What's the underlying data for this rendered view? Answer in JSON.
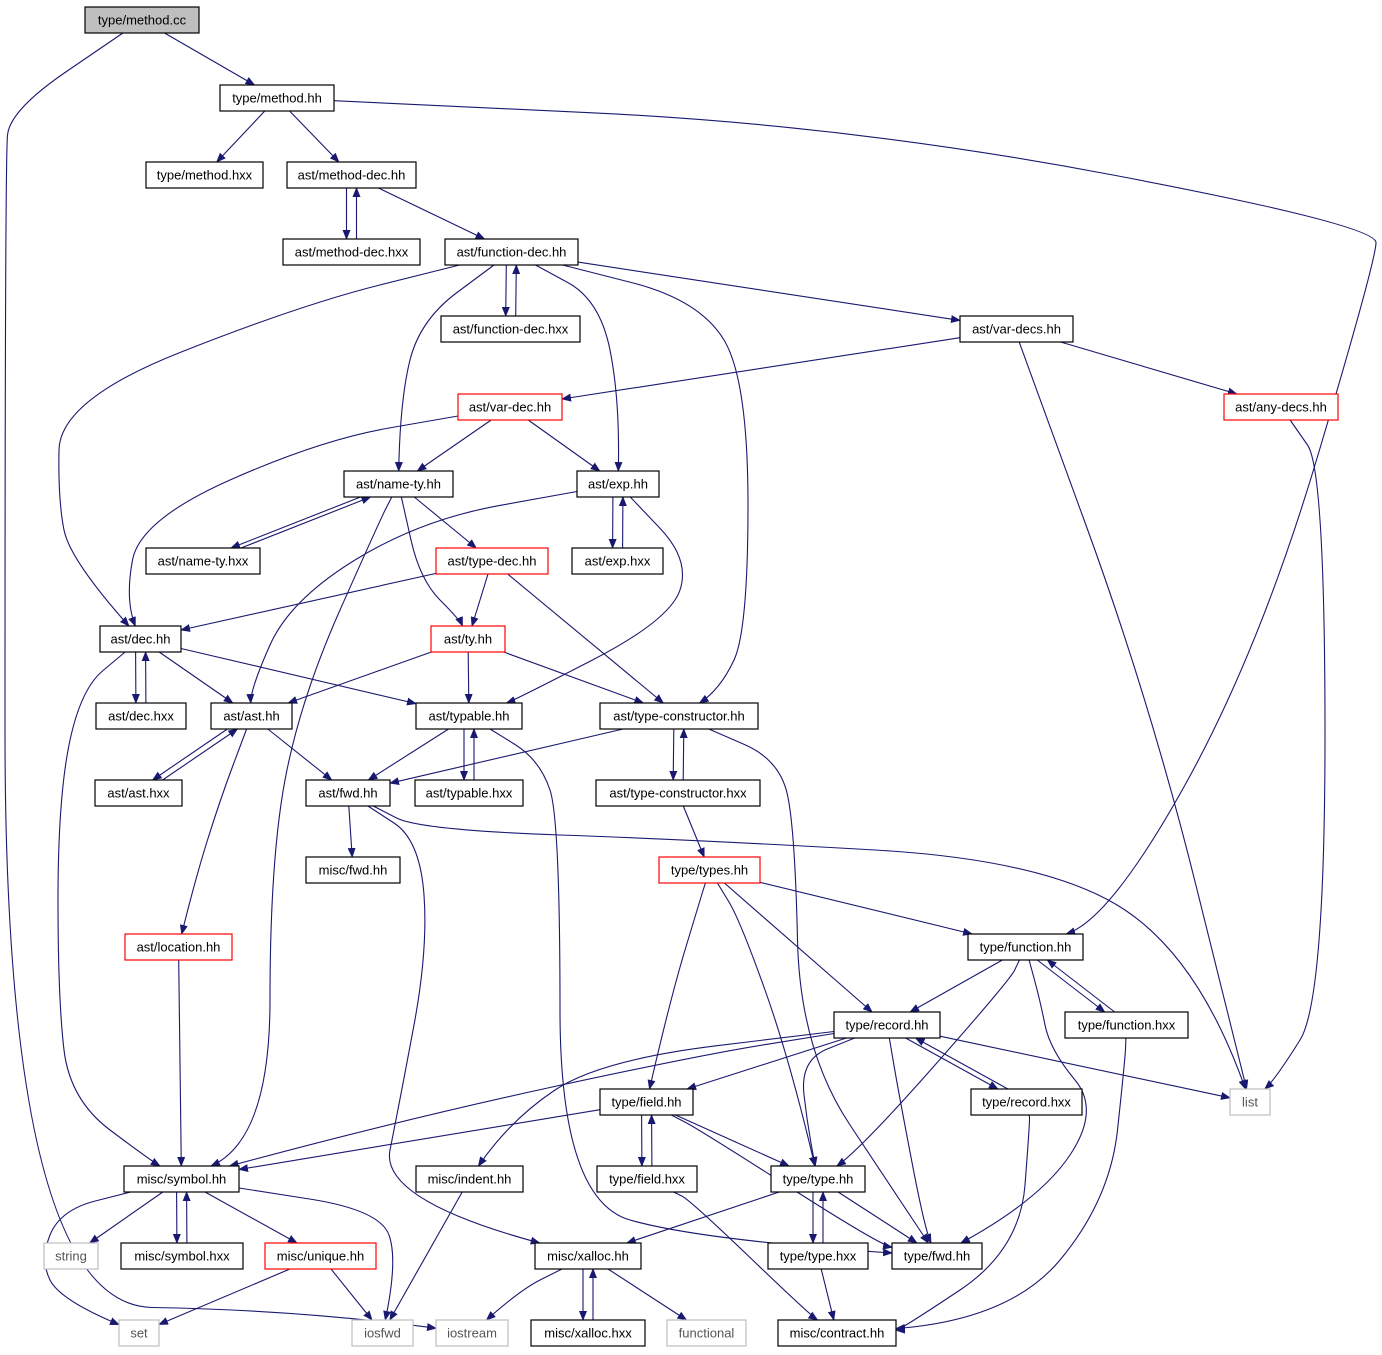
{
  "diagram": {
    "kind": "include-dependency-graph",
    "colors": {
      "edge": "#191970",
      "root_fill": "#bfbfbf",
      "normal_border": "#000000",
      "truncated_border": "#ff0000",
      "external_border": "#bfbfbf"
    },
    "nodes": [
      {
        "id": "method_cc",
        "label": "type/method.cc",
        "style": "root"
      },
      {
        "id": "method_hh",
        "label": "type/method.hh",
        "style": "normal"
      },
      {
        "id": "method_hxx",
        "label": "type/method.hxx",
        "style": "normal"
      },
      {
        "id": "method_dec_hh",
        "label": "ast/method-dec.hh",
        "style": "normal"
      },
      {
        "id": "method_dec_hxx",
        "label": "ast/method-dec.hxx",
        "style": "normal"
      },
      {
        "id": "function_dec_hh",
        "label": "ast/function-dec.hh",
        "style": "normal"
      },
      {
        "id": "function_dec_hxx",
        "label": "ast/function-dec.hxx",
        "style": "normal"
      },
      {
        "id": "var_decs_hh",
        "label": "ast/var-decs.hh",
        "style": "normal"
      },
      {
        "id": "var_dec_hh",
        "label": "ast/var-dec.hh",
        "style": "truncated"
      },
      {
        "id": "any_decs_hh",
        "label": "ast/any-decs.hh",
        "style": "truncated"
      },
      {
        "id": "name_ty_hh",
        "label": "ast/name-ty.hh",
        "style": "normal"
      },
      {
        "id": "exp_hh",
        "label": "ast/exp.hh",
        "style": "normal"
      },
      {
        "id": "name_ty_hxx",
        "label": "ast/name-ty.hxx",
        "style": "normal"
      },
      {
        "id": "type_dec_hh",
        "label": "ast/type-dec.hh",
        "style": "truncated"
      },
      {
        "id": "exp_hxx",
        "label": "ast/exp.hxx",
        "style": "normal"
      },
      {
        "id": "dec_hh",
        "label": "ast/dec.hh",
        "style": "normal"
      },
      {
        "id": "ty_hh",
        "label": "ast/ty.hh",
        "style": "truncated"
      },
      {
        "id": "dec_hxx",
        "label": "ast/dec.hxx",
        "style": "normal"
      },
      {
        "id": "ast_hh",
        "label": "ast/ast.hh",
        "style": "normal"
      },
      {
        "id": "typable_hh",
        "label": "ast/typable.hh",
        "style": "normal"
      },
      {
        "id": "type_constructor_hh",
        "label": "ast/type-constructor.hh",
        "style": "normal"
      },
      {
        "id": "ast_hxx",
        "label": "ast/ast.hxx",
        "style": "normal"
      },
      {
        "id": "fwd_hh",
        "label": "ast/fwd.hh",
        "style": "normal"
      },
      {
        "id": "typable_hxx",
        "label": "ast/typable.hxx",
        "style": "normal"
      },
      {
        "id": "type_constructor_hxx",
        "label": "ast/type-constructor.hxx",
        "style": "normal"
      },
      {
        "id": "misc_fwd_hh",
        "label": "misc/fwd.hh",
        "style": "normal"
      },
      {
        "id": "types_hh",
        "label": "type/types.hh",
        "style": "truncated"
      },
      {
        "id": "location_hh",
        "label": "ast/location.hh",
        "style": "truncated"
      },
      {
        "id": "function_hh",
        "label": "type/function.hh",
        "style": "normal"
      },
      {
        "id": "record_hh",
        "label": "type/record.hh",
        "style": "normal"
      },
      {
        "id": "function_hxx",
        "label": "type/function.hxx",
        "style": "normal"
      },
      {
        "id": "list",
        "label": "list",
        "style": "external"
      },
      {
        "id": "field_hh",
        "label": "type/field.hh",
        "style": "normal"
      },
      {
        "id": "record_hxx",
        "label": "type/record.hxx",
        "style": "normal"
      },
      {
        "id": "symbol_hh",
        "label": "misc/symbol.hh",
        "style": "normal"
      },
      {
        "id": "indent_hh",
        "label": "misc/indent.hh",
        "style": "normal"
      },
      {
        "id": "field_hxx",
        "label": "type/field.hxx",
        "style": "normal"
      },
      {
        "id": "type_hh",
        "label": "type/type.hh",
        "style": "normal"
      },
      {
        "id": "string",
        "label": "string",
        "style": "external"
      },
      {
        "id": "symbol_hxx",
        "label": "misc/symbol.hxx",
        "style": "normal"
      },
      {
        "id": "unique_hh",
        "label": "misc/unique.hh",
        "style": "truncated"
      },
      {
        "id": "xalloc_hh",
        "label": "misc/xalloc.hh",
        "style": "normal"
      },
      {
        "id": "type_hxx",
        "label": "type/type.hxx",
        "style": "normal"
      },
      {
        "id": "type_fwd_hh",
        "label": "type/fwd.hh",
        "style": "normal"
      },
      {
        "id": "set",
        "label": "set",
        "style": "external"
      },
      {
        "id": "iosfwd",
        "label": "iosfwd",
        "style": "external"
      },
      {
        "id": "iostream",
        "label": "iostream",
        "style": "external"
      },
      {
        "id": "xalloc_hxx",
        "label": "misc/xalloc.hxx",
        "style": "normal"
      },
      {
        "id": "functional",
        "label": "functional",
        "style": "external"
      },
      {
        "id": "contract_hh",
        "label": "misc/contract.hh",
        "style": "normal"
      }
    ],
    "edges": [
      [
        "method_cc",
        "method_hh"
      ],
      [
        "method_cc",
        "iostream"
      ],
      [
        "method_hh",
        "method_hxx"
      ],
      [
        "method_hh",
        "method_dec_hh"
      ],
      [
        "method_hh",
        "function_hh"
      ],
      [
        "method_dec_hh",
        "method_dec_hxx"
      ],
      [
        "method_dec_hxx",
        "method_dec_hh"
      ],
      [
        "method_dec_hh",
        "function_dec_hh"
      ],
      [
        "function_dec_hh",
        "function_dec_hxx"
      ],
      [
        "function_dec_hxx",
        "function_dec_hh"
      ],
      [
        "function_dec_hh",
        "var_decs_hh"
      ],
      [
        "function_dec_hh",
        "dec_hh"
      ],
      [
        "function_dec_hh",
        "name_ty_hh"
      ],
      [
        "function_dec_hh",
        "exp_hh"
      ],
      [
        "function_dec_hh",
        "type_constructor_hh"
      ],
      [
        "var_decs_hh",
        "var_dec_hh"
      ],
      [
        "var_decs_hh",
        "any_decs_hh"
      ],
      [
        "var_decs_hh",
        "list"
      ],
      [
        "any_decs_hh",
        "list"
      ],
      [
        "var_dec_hh",
        "name_ty_hh"
      ],
      [
        "var_dec_hh",
        "exp_hh"
      ],
      [
        "var_dec_hh",
        "dec_hh"
      ],
      [
        "name_ty_hh",
        "name_ty_hxx"
      ],
      [
        "name_ty_hxx",
        "name_ty_hh"
      ],
      [
        "name_ty_hh",
        "type_dec_hh"
      ],
      [
        "name_ty_hh",
        "ty_hh"
      ],
      [
        "name_ty_hh",
        "symbol_hh"
      ],
      [
        "exp_hh",
        "exp_hxx"
      ],
      [
        "exp_hxx",
        "exp_hh"
      ],
      [
        "exp_hh",
        "ast_hh"
      ],
      [
        "exp_hh",
        "typable_hh"
      ],
      [
        "type_dec_hh",
        "dec_hh"
      ],
      [
        "type_dec_hh",
        "ty_hh"
      ],
      [
        "type_dec_hh",
        "type_constructor_hh"
      ],
      [
        "dec_hh",
        "dec_hxx"
      ],
      [
        "dec_hxx",
        "dec_hh"
      ],
      [
        "dec_hh",
        "ast_hh"
      ],
      [
        "dec_hh",
        "typable_hh"
      ],
      [
        "dec_hh",
        "symbol_hh"
      ],
      [
        "ty_hh",
        "ast_hh"
      ],
      [
        "ty_hh",
        "typable_hh"
      ],
      [
        "ty_hh",
        "type_constructor_hh"
      ],
      [
        "ast_hh",
        "ast_hxx"
      ],
      [
        "ast_hxx",
        "ast_hh"
      ],
      [
        "ast_hh",
        "fwd_hh"
      ],
      [
        "ast_hh",
        "location_hh"
      ],
      [
        "typable_hh",
        "fwd_hh"
      ],
      [
        "typable_hh",
        "typable_hxx"
      ],
      [
        "typable_hxx",
        "typable_hh"
      ],
      [
        "typable_hh",
        "type_fwd_hh"
      ],
      [
        "type_constructor_hh",
        "fwd_hh"
      ],
      [
        "type_constructor_hh",
        "type_constructor_hxx"
      ],
      [
        "type_constructor_hxx",
        "type_constructor_hh"
      ],
      [
        "type_constructor_hh",
        "type_fwd_hh"
      ],
      [
        "type_constructor_hxx",
        "types_hh"
      ],
      [
        "fwd_hh",
        "misc_fwd_hh"
      ],
      [
        "fwd_hh",
        "list"
      ],
      [
        "fwd_hh",
        "xalloc_hh"
      ],
      [
        "location_hh",
        "symbol_hh"
      ],
      [
        "types_hh",
        "function_hh"
      ],
      [
        "types_hh",
        "record_hh"
      ],
      [
        "types_hh",
        "field_hh"
      ],
      [
        "types_hh",
        "type_hh"
      ],
      [
        "function_hh",
        "record_hh"
      ],
      [
        "function_hh",
        "function_hxx"
      ],
      [
        "function_hxx",
        "function_hh"
      ],
      [
        "function_hh",
        "type_hh"
      ],
      [
        "function_hh",
        "type_fwd_hh"
      ],
      [
        "function_hxx",
        "contract_hh"
      ],
      [
        "record_hh",
        "field_hh"
      ],
      [
        "record_hh",
        "record_hxx"
      ],
      [
        "record_hxx",
        "record_hh"
      ],
      [
        "record_hh",
        "list"
      ],
      [
        "record_hh",
        "symbol_hh"
      ],
      [
        "record_hh",
        "indent_hh"
      ],
      [
        "record_hh",
        "type_hh"
      ],
      [
        "record_hh",
        "type_fwd_hh"
      ],
      [
        "record_hxx",
        "contract_hh"
      ],
      [
        "field_hh",
        "field_hxx"
      ],
      [
        "field_hxx",
        "field_hh"
      ],
      [
        "field_hh",
        "type_hh"
      ],
      [
        "field_hh",
        "symbol_hh"
      ],
      [
        "field_hh",
        "type_fwd_hh"
      ],
      [
        "field_hxx",
        "contract_hh"
      ],
      [
        "type_hh",
        "type_hxx"
      ],
      [
        "type_hxx",
        "type_hh"
      ],
      [
        "type_hh",
        "type_fwd_hh"
      ],
      [
        "type_hh",
        "xalloc_hh"
      ],
      [
        "type_hxx",
        "contract_hh"
      ],
      [
        "symbol_hh",
        "string"
      ],
      [
        "symbol_hh",
        "symbol_hxx"
      ],
      [
        "symbol_hxx",
        "symbol_hh"
      ],
      [
        "symbol_hh",
        "unique_hh"
      ],
      [
        "symbol_hh",
        "set"
      ],
      [
        "symbol_hh",
        "iosfwd"
      ],
      [
        "unique_hh",
        "set"
      ],
      [
        "unique_hh",
        "iosfwd"
      ],
      [
        "indent_hh",
        "iosfwd"
      ],
      [
        "xalloc_hh",
        "iostream"
      ],
      [
        "xalloc_hh",
        "xalloc_hxx"
      ],
      [
        "xalloc_hxx",
        "xalloc_hh"
      ],
      [
        "xalloc_hh",
        "functional"
      ]
    ]
  }
}
